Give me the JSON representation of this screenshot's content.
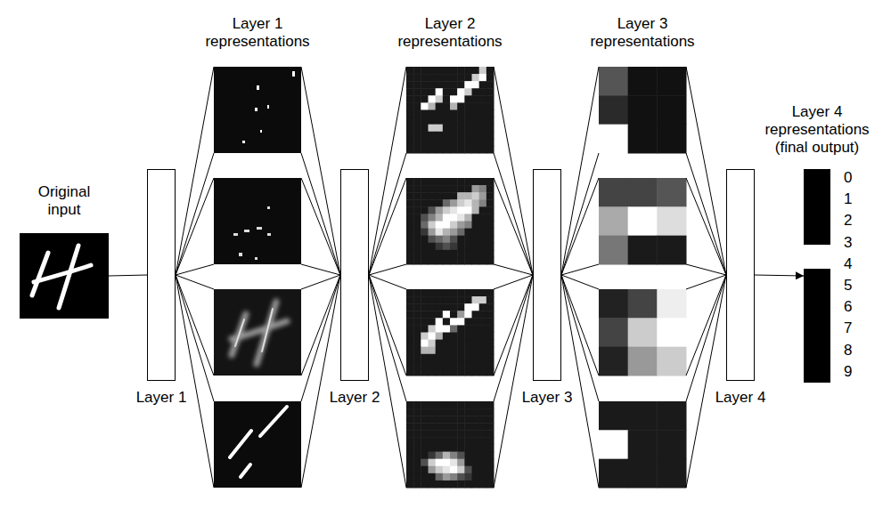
{
  "diagram": {
    "nodes": [
      {
        "text": [
          "Original input"
        ]
      },
      {
        "text": [
          "Layer 1"
        ]
      },
      {
        "text": [
          "Layer 1 representations"
        ]
      },
      {
        "text": [
          "Layer 2"
        ]
      },
      {
        "text": [
          "Layer 2 representations"
        ]
      },
      {
        "text": [
          "Layer 3"
        ]
      },
      {
        "text": [
          "Layer 3 representations"
        ]
      },
      {
        "text": [
          "Layer 4"
        ]
      },
      {
        "text": [
          "Layer 4 representations (final output)"
        ]
      }
    ],
    "edges": [
      {
        "from": 0,
        "to": 1,
        "arrow": "none"
      },
      {
        "from": 1,
        "to": 2,
        "arrow": "none"
      },
      {
        "from": 2,
        "to": 3,
        "arrow": "none"
      },
      {
        "from": 3,
        "to": 4,
        "arrow": "none"
      },
      {
        "from": 4,
        "to": 5,
        "arrow": "none"
      },
      {
        "from": 5,
        "to": 6,
        "arrow": "none"
      },
      {
        "from": 6,
        "to": 7,
        "arrow": "none"
      },
      {
        "from": 7,
        "to": 8,
        "arrow": "to"
      }
    ],
    "labels": [
      "0",
      "1",
      "2",
      "3",
      "4",
      "5",
      "6",
      "7",
      "8",
      "9"
    ]
  }
}
